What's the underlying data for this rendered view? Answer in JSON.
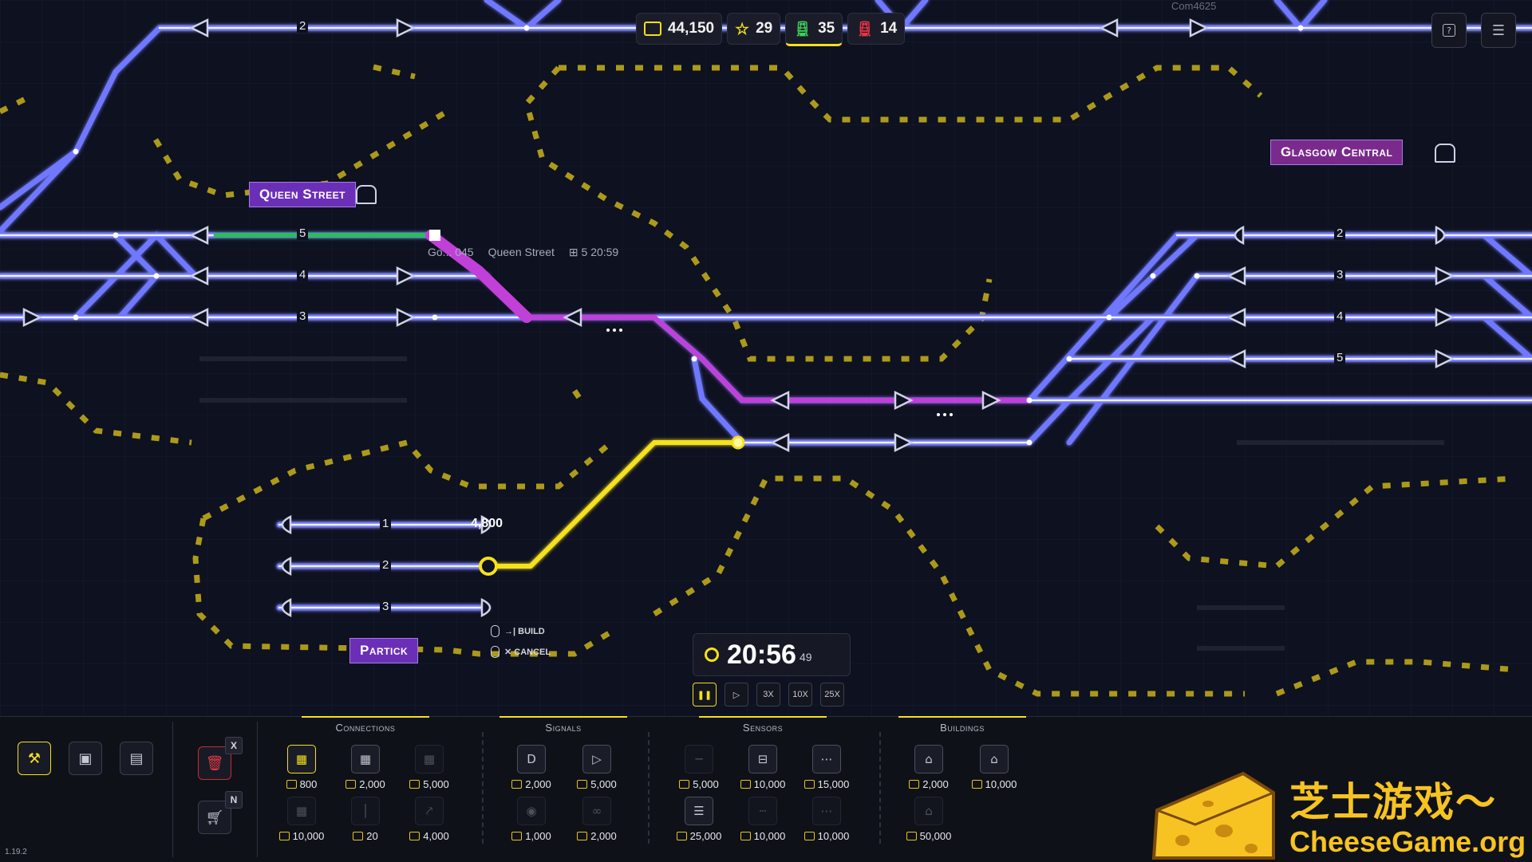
{
  "hud": {
    "money": "44,150",
    "stars": "29",
    "trains_green": "35",
    "trains_red": "14",
    "icons": [
      "wallet-icon",
      "star-icon",
      "train-icon",
      "train-icon"
    ]
  },
  "corner_buttons": [
    "help-icon",
    "list-icon"
  ],
  "map": {
    "stations": {
      "queen_street": "Queen Street",
      "glasgow_central": "Glasgow Central",
      "partick": "Partick"
    },
    "track_numbers": {
      "top": "2",
      "qs_5": "5",
      "qs_4": "4",
      "qs_3": "3",
      "gc_2": "2",
      "gc_3": "3",
      "gc_4": "4",
      "gc_5": "5",
      "pk_1": "1",
      "pk_2": "2",
      "pk_3": "3"
    },
    "train_info": {
      "route": "Go... 045",
      "station": "Queen Street",
      "platform": "5",
      "time": "20:59"
    },
    "partial_label": "Com4625",
    "build_price": "4,800",
    "hints": {
      "build": "BUILD",
      "cancel": "CANCEL"
    }
  },
  "clock": {
    "time": "20:56",
    "seconds": "49",
    "speeds": [
      "3X",
      "10X",
      "25X"
    ]
  },
  "toolbar": {
    "delete_key": "X",
    "shop_key": "N",
    "version": "1.19.2"
  },
  "categories": {
    "connections": {
      "title": "Connections",
      "items": [
        {
          "icon": "station-40-icon",
          "cost": "800"
        },
        {
          "icon": "station-80-icon",
          "cost": "2,000"
        },
        {
          "icon": "station-icon",
          "cost": "5,000"
        },
        {
          "icon": "station-icon",
          "cost": "10,000"
        },
        {
          "icon": "track-icon",
          "cost": "20"
        },
        {
          "icon": "junction-icon",
          "cost": "4,000"
        }
      ]
    },
    "signals": {
      "title": "Signals",
      "items": [
        {
          "icon": "signal-icon",
          "cost": "2,000"
        },
        {
          "icon": "signal-arrow-icon",
          "cost": "5,000"
        },
        {
          "icon": "signal-icon",
          "cost": "1,000"
        },
        {
          "icon": "signal-icon",
          "cost": "2,000"
        }
      ]
    },
    "sensors": {
      "title": "Sensors",
      "items": [
        {
          "icon": "sensor-icon",
          "cost": "5,000"
        },
        {
          "icon": "sensor-platform-icon",
          "cost": "10,000"
        },
        {
          "icon": "sensor-dots-icon",
          "cost": "15,000"
        },
        {
          "icon": "sensor-bars-icon",
          "cost": "25,000"
        },
        {
          "icon": "sensor-icon",
          "cost": "10,000"
        },
        {
          "icon": "sensor-icon",
          "cost": "10,000"
        }
      ]
    },
    "buildings": {
      "title": "Buildings",
      "items": [
        {
          "icon": "depot-icon",
          "cost": "2,000"
        },
        {
          "icon": "depot-icon",
          "cost": "10,000"
        },
        {
          "icon": "depot-icon",
          "cost": "50,000"
        }
      ]
    }
  },
  "watermark": {
    "title": "芝士游戏～",
    "url": "CheeseGame.org"
  }
}
